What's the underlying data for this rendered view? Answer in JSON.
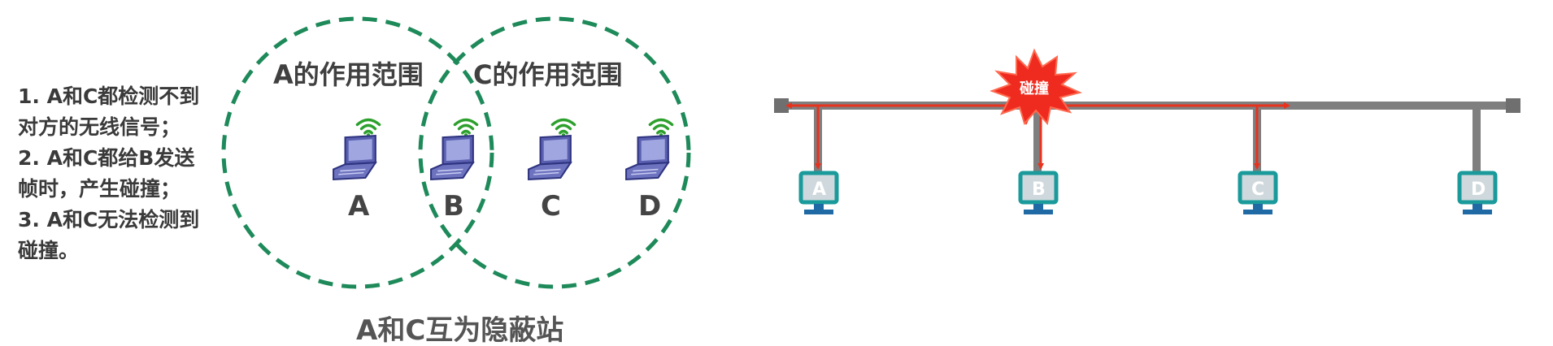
{
  "notes": [
    "1. A和C都检测不到",
    "对方的无线信号；",
    "2. A和C都给B发送",
    "帧时，产生碰撞；",
    "3. A和C无法检测到",
    "碰撞。"
  ],
  "range_labels": {
    "a": "A的作用范围",
    "c": "C的作用范围"
  },
  "wireless_nodes": [
    "A",
    "B",
    "C",
    "D"
  ],
  "caption": "A和C互为隐蔽站",
  "bus": {
    "nodes": [
      "A",
      "B",
      "C",
      "D"
    ],
    "collision_label": "碰撞"
  },
  "colors": {
    "range_circle": "#1e8a5a",
    "signal": "#2ca02c",
    "laptop": "#5a5fb0",
    "bus": "#7f7f7f",
    "arrow": "#e8321e",
    "monitor_border": "#1a9a9a",
    "monitor_screen": "#cfd8dc",
    "monitor_stand": "#1f6aa5"
  }
}
